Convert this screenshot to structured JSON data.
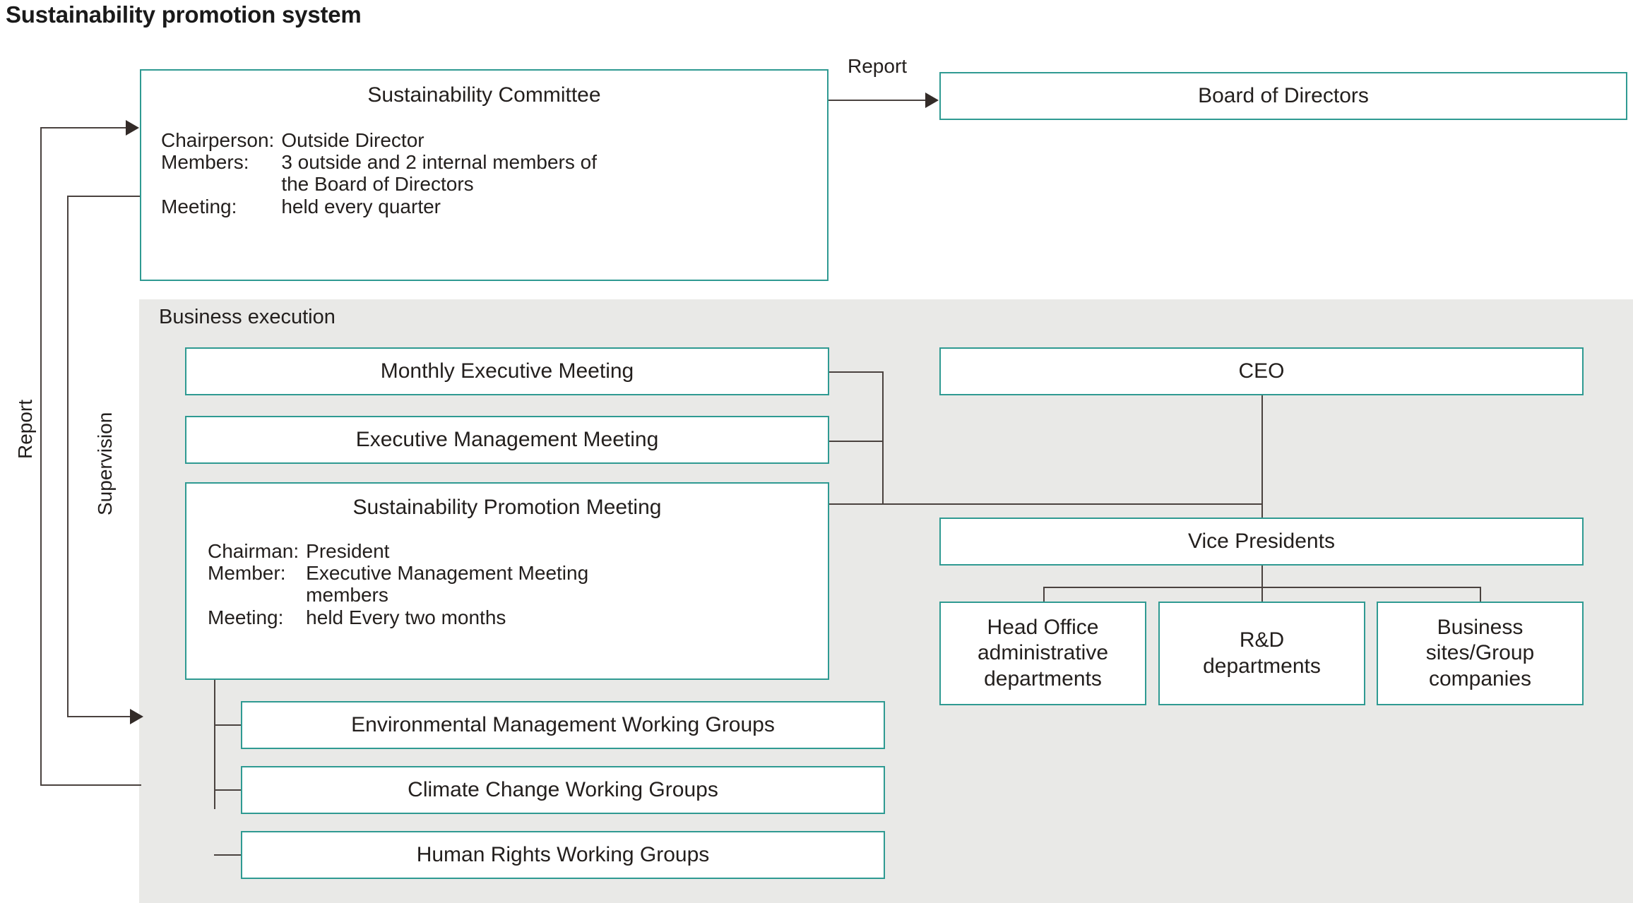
{
  "title": "Sustainability promotion system",
  "panel": {
    "label": "Business execution"
  },
  "boxes": {
    "sustainability_committee": {
      "heading": "Sustainability Committee",
      "rows": [
        {
          "key": "Chairperson:",
          "value": "Outside Director"
        },
        {
          "key": "Members:",
          "value": "3 outside and 2 internal members of\nthe Board of Directors"
        },
        {
          "key": "Meeting:",
          "value": "held every quarter"
        }
      ]
    },
    "board_of_directors": {
      "label": "Board of Directors"
    },
    "monthly_executive_meeting": {
      "label": "Monthly Executive Meeting"
    },
    "executive_management_meeting": {
      "label": "Executive Management Meeting"
    },
    "sustainability_promotion_meeting": {
      "heading": "Sustainability Promotion Meeting",
      "rows": [
        {
          "key": "Chairman:",
          "value": "President"
        },
        {
          "key": "Member:",
          "value": "Executive Management Meeting\nmembers"
        },
        {
          "key": "Meeting:",
          "value": "held Every two months"
        }
      ]
    },
    "working_groups": [
      {
        "label": "Environmental Management Working Groups"
      },
      {
        "label": "Climate Change Working Groups"
      },
      {
        "label": "Human Rights Working Groups"
      }
    ],
    "ceo": {
      "label": "CEO"
    },
    "vice_presidents": {
      "label": "Vice Presidents"
    },
    "departments": [
      {
        "label": "Head Office\nadministrative\ndepartments"
      },
      {
        "label": "R&D\ndepartments"
      },
      {
        "label": "Business\nsites/Group\ncompanies"
      }
    ]
  },
  "edges": {
    "report_top": "Report",
    "report_side": "Report",
    "supervision_side": "Supervision"
  },
  "colors": {
    "box_border": "#2f9a92",
    "panel_background": "#e9e9e7",
    "connector": "#4a423f",
    "text": "#231f1d"
  }
}
